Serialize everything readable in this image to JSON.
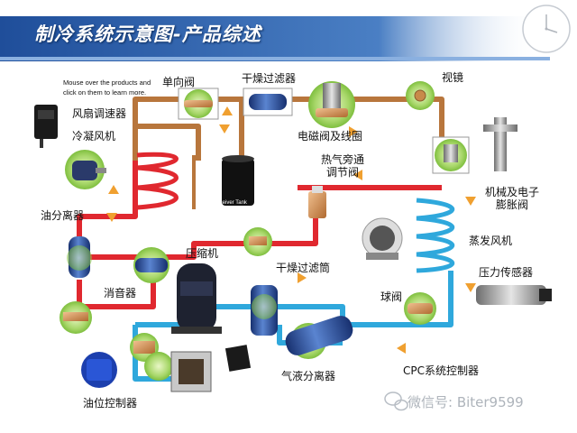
{
  "title": "制冷系统示意图-产品综述",
  "hint": "Mouse over the products and click on them to learn more.",
  "labels": {
    "fan_speed_controller": "风扇调速器",
    "condenser_fan": "冷凝风机",
    "oil_separator": "油分离器",
    "muffler": "消音器",
    "oil_level_controller": "油位控制器",
    "check_valve": "单向阀",
    "filter_drier_top": "干燥过滤器",
    "solenoid_valve": "电磁阀及线圈",
    "sight_glass": "视镜",
    "hot_gas_bypass": "热气旁通\n调节阀",
    "receiver_tank": "Receiver Tank",
    "compressor": "压缩机",
    "filter_drier_cartridge": "干燥过滤筒",
    "mechanical_electronic_exv": "机械及电子\n膨胀阀",
    "evaporator_fan": "蒸发风机",
    "pressure_transmitter": "压力传感器",
    "ball_valve": "球阀",
    "accumulator": "气液分离器",
    "cpc_controller": "CPC系统控制器"
  },
  "watermark": "微信号: Biter9599",
  "colors": {
    "banner": "#1f4e9a",
    "hot_line": "#e0282f",
    "liquid_line": "#b8763c",
    "suction_line": "#2fa8dc",
    "flow_arrow": "#f0a030",
    "highlight": "#9fd15c"
  }
}
